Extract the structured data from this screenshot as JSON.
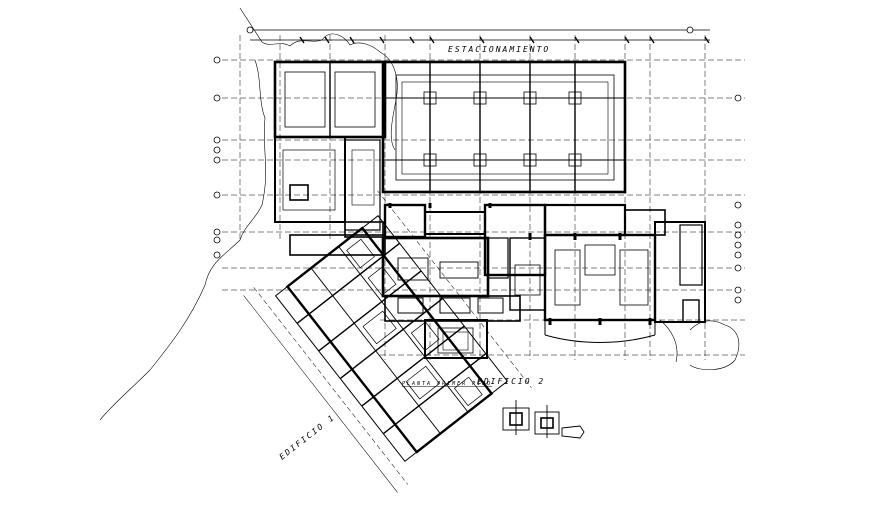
{
  "drawing": {
    "labels": {
      "parking": "ESTACIONAMIENTO",
      "plan_title": "PLANTA PRIMER PISO",
      "building_2": "EDIFICIO 2",
      "building_1": "EDIFICIO 1"
    },
    "colors": {
      "line": "#000000",
      "background": "#ffffff"
    }
  }
}
